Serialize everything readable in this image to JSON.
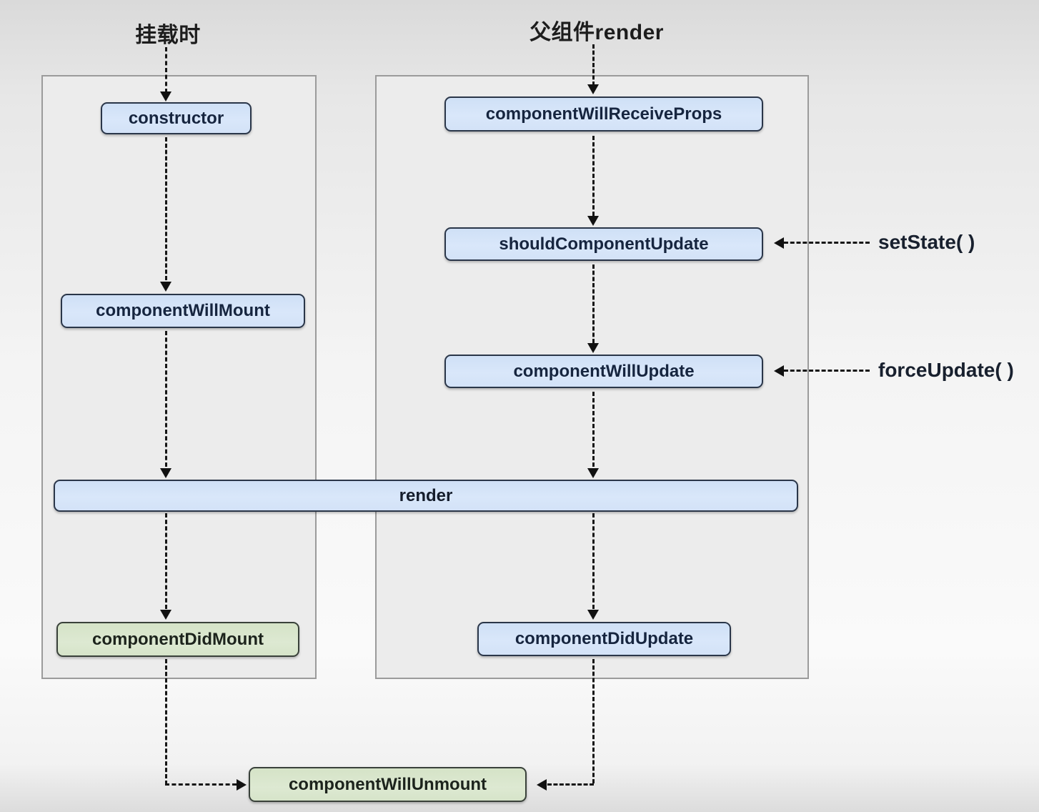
{
  "headers": {
    "mount": "挂载时",
    "parent_render": "父组件render"
  },
  "nodes": {
    "constructor": "constructor",
    "componentWillMount": "componentWillMount",
    "componentDidMount": "componentDidMount",
    "componentWillReceiveProps": "componentWillReceiveProps",
    "shouldComponentUpdate": "shouldComponentUpdate",
    "componentWillUpdate": "componentWillUpdate",
    "componentDidUpdate": "componentDidUpdate",
    "render": "render",
    "componentWillUnmount": "componentWillUnmount"
  },
  "triggers": {
    "setState": "setState( )",
    "forceUpdate": "forceUpdate( )"
  },
  "colors": {
    "lifecycle_box_fill": "#d3e2f7",
    "lifecycle_box_border": "#2a3649",
    "mount_green_fill": "#d8e5cb",
    "panel_fill": "#ececec",
    "panel_border": "#9b9b9b",
    "arrow": "#161616",
    "box_text": "#16253f"
  }
}
